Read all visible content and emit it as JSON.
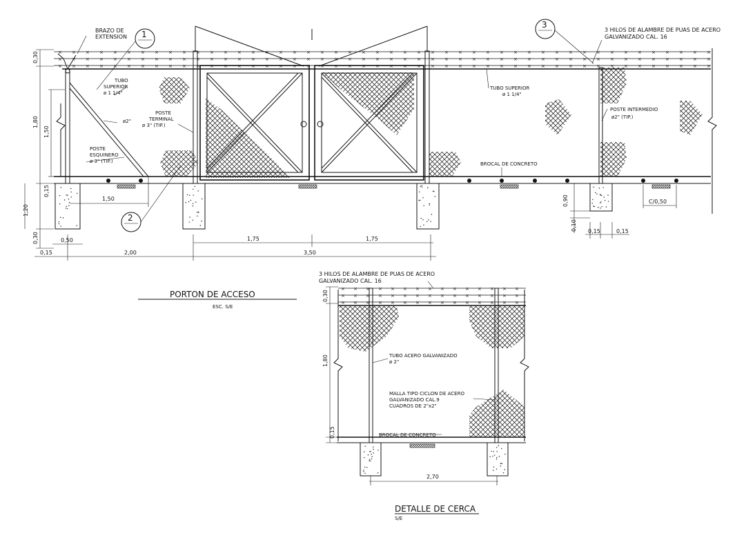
{
  "gate": {
    "title": "PORTON DE ACCESO",
    "scale": "ESC. S/E",
    "labels": {
      "brazo": "BRAZO DE",
      "extension": "EXTENSION",
      "tubo_sup_left_1": "TUBO",
      "tubo_sup_left_2": "SUPERIOR",
      "tubo_sup_left_3": "ø 1 1/4\"",
      "phi2": "ø2\"",
      "poste_terminal_1": "POSTE",
      "poste_terminal_2": "TERMINAL",
      "poste_terminal_3": "ø 3\" (TIP.)",
      "poste_esq_1": "POSTE",
      "poste_esq_2": "ESQUINERO",
      "poste_esq_3": "ø 3\" (TIP.)",
      "hilos_1": "3 HILOS DE ALAMBRE DE PUAS DE ACERO",
      "hilos_2": "GALVANIZADO CAL. 16",
      "tubo_sup_right_1": "TUBO SUPERIOR",
      "tubo_sup_right_2": "ø 1 1/4\"",
      "poste_int_1": "POSTE INTERMEDIO",
      "poste_int_2": "ø2\" (TIP.)",
      "brocal": "BROCAL DE CONCRETO"
    },
    "callouts": [
      "1",
      "2",
      "3"
    ],
    "dims": {
      "d030": "0,30",
      "d180": "1,80",
      "d150v": "1,50",
      "d015": "0,15",
      "d120": "1,20",
      "d030b": "0,30",
      "d150h": "1,50",
      "d050": "0,50",
      "d015b": "0,15",
      "d200": "2,00",
      "d175a": "1,75",
      "d175b": "1,75",
      "d350": "3,50",
      "d090": "0,90",
      "d010": "0,10",
      "d015c": "0,15",
      "d015d": "0,15",
      "c050": "C/0,50"
    }
  },
  "fence": {
    "title": "DETALLE DE CERCA",
    "scale": "S/E",
    "labels": {
      "hilos_1": "3 HILOS DE ALAMBRE DE PUAS DE ACERO",
      "hilos_2": "GALVANIZADO CAL. 16",
      "tubo_1": "TUBO ACERO GALVANIZADO",
      "tubo_2": "ø 2\"",
      "malla_1": "MALLA TIPO CICLON DE ACERO",
      "malla_2": "GALVANIZADO CAL.9",
      "malla_3": "CUADROS DE 2\"x2\"",
      "brocal": "BROCAL DE CONCRETO"
    },
    "dims": {
      "d030": "0,30",
      "d180": "1,80",
      "d015": "0,15",
      "d270": "2,70"
    }
  }
}
